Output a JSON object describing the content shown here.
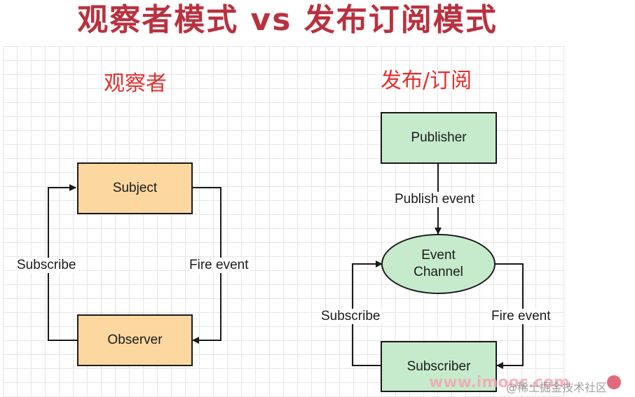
{
  "page": {
    "title": "观察者模式 vs 发布订阅模式"
  },
  "observer": {
    "title": "观察者",
    "subject": "Subject",
    "observer": "Observer",
    "subscribe_label": "Subscribe",
    "fire_label": "Fire event"
  },
  "pubsub": {
    "title": "发布/订阅",
    "publisher": "Publisher",
    "publish_label": "Publish event",
    "channel_line1": "Event",
    "channel_line2": "Channel",
    "subscriber": "Subscriber",
    "subscribe_label": "Subscribe",
    "fire_label": "Fire event"
  },
  "watermark": {
    "site": "www.imooc.com",
    "community": "@稀土掘金技术社区"
  },
  "colors": {
    "title_red": "#b9313f",
    "section_red": "#e0312e",
    "observer_fill": "#fcd8a0",
    "pubsub_fill": "#c6ebcc",
    "stroke": "#1a1a1a"
  }
}
